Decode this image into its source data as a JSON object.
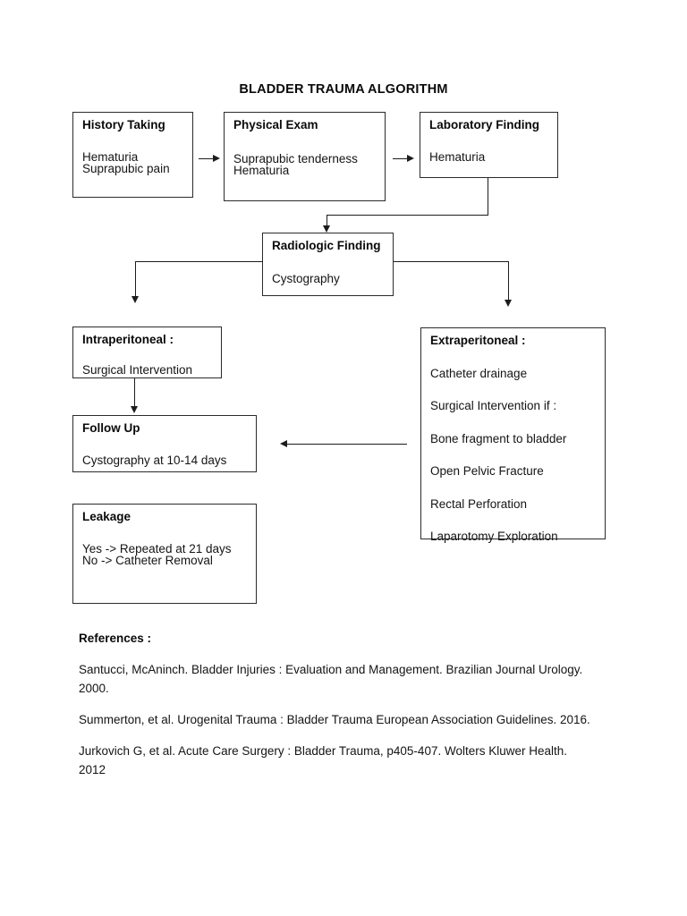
{
  "title": "BLADDER TRAUMA ALGORITHM",
  "nodes": {
    "history": {
      "header": "History Taking",
      "lines": [
        "Hematuria",
        "Suprapubic pain"
      ]
    },
    "physical": {
      "header": "Physical Exam",
      "lines": [
        "Suprapubic tenderness",
        "Hematuria"
      ]
    },
    "laboratory": {
      "header": "Laboratory Finding",
      "lines": [
        "Hematuria"
      ]
    },
    "radiologic": {
      "header": "Radiologic Finding",
      "lines": [
        "Cystography"
      ]
    },
    "intraperitoneal": {
      "header": "Intraperitoneal :",
      "lines": [
        "Surgical Intervention"
      ]
    },
    "extraperitoneal": {
      "header": "Extraperitoneal :",
      "lines": [
        "Catheter drainage",
        "Surgical Intervention if :",
        "Bone fragment to bladder",
        "Open Pelvic Fracture",
        "Rectal Perforation",
        "Laparotomy Exploration"
      ]
    },
    "followup": {
      "header": "Follow Up",
      "lines": [
        "Cystography at 10-14 days"
      ]
    },
    "leakage": {
      "header": "Leakage",
      "lines": [
        "Yes -> Repeated at 21 days",
        "No -> Catheter Removal"
      ]
    }
  },
  "references": {
    "heading": "References :",
    "items": [
      "Santucci, McAninch. Bladder Injuries : Evaluation and Management. Brazilian Journal Urology. 2000.",
      "Summerton, et al. Urogenital Trauma : Bladder Trauma European Association Guidelines. 2016.",
      "Jurkovich G, et al. Acute Care Surgery : Bladder Trauma, p405-407. Wolters Kluwer Health. 2012"
    ]
  },
  "colors": {
    "ink": "#0d0d0d",
    "line": "#1c1c1c",
    "border": "#2b2b2b",
    "background": "#ffffff"
  }
}
